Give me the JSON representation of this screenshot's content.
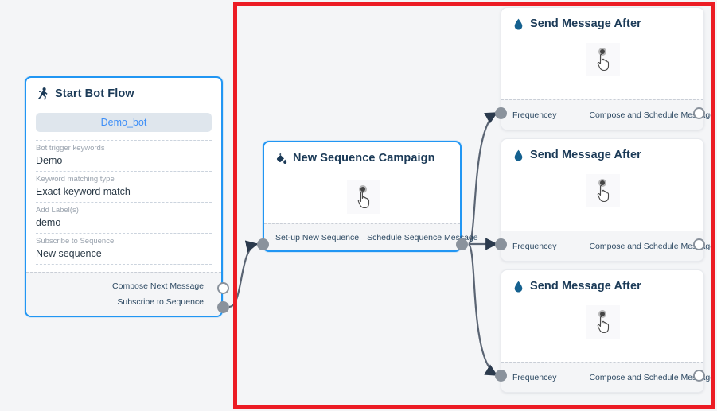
{
  "canvas": {
    "background_color": "#f4f5f7",
    "highlight_color": "#ec1c24",
    "accent_color": "#2196f3",
    "title_color": "#1b3a57",
    "port_color": "#8a929c",
    "edge_color": "#4a5568"
  },
  "nodes": {
    "start": {
      "title": "Start Bot Flow",
      "icon": "running-person-icon",
      "bot_pill": "Demo_bot",
      "fields": [
        {
          "label": "Bot trigger keywords",
          "value": "Demo"
        },
        {
          "label": "Keyword matching type",
          "value": "Exact keyword match"
        },
        {
          "label": "Add Label(s)",
          "value": "demo"
        },
        {
          "label": "Subscribe to Sequence",
          "value": "New sequence"
        }
      ],
      "ports": [
        {
          "label": "Compose Next Message",
          "style": "hollow"
        },
        {
          "label": "Subscribe to Sequence",
          "style": "filled"
        }
      ]
    },
    "sequence": {
      "title": "New Sequence Campaign",
      "icon": "paint-bucket-icon",
      "cursor": "pointing-hand-cursor",
      "ports": [
        {
          "label": "Set-up New Sequence",
          "style": "filled"
        },
        {
          "label": "Schedule Sequence Message",
          "style": "filled"
        }
      ]
    },
    "messages": [
      {
        "title": "Send Message After",
        "icon": "droplet-icon",
        "cursor": "pointing-hand-cursor",
        "port_in_label": "Frequencey",
        "port_out_label": "Compose and Schedule Message"
      },
      {
        "title": "Send Message After",
        "icon": "droplet-icon",
        "cursor": "pointing-hand-cursor",
        "port_in_label": "Frequencey",
        "port_out_label": "Compose and Schedule Message"
      },
      {
        "title": "Send Message After",
        "icon": "droplet-icon",
        "cursor": "pointing-hand-cursor",
        "port_in_label": "Frequencey",
        "port_out_label": "Compose and Schedule Message"
      }
    ]
  }
}
